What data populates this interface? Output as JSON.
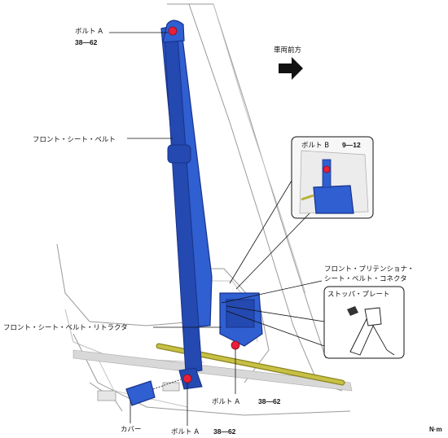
{
  "labels": {
    "bolt_a_top": "ボルト A",
    "torque_a_top": "38—62",
    "front_belt": "フロント・シート・ベルト",
    "vehicle_front": "車両前方",
    "bolt_b": "ボルト B",
    "torque_b": "9—12",
    "pretensioner_line1": "フロント・プリテンショナ・",
    "pretensioner_line2": "シート・ベルト・コネクタ",
    "stopper_plate": "ストッパ・プレート",
    "retractor": "フロント・シート・ベルト・リトラクタ",
    "bolt_a_mid": "ボルト A",
    "torque_a_mid": "38—62",
    "cover": "カバー",
    "bolt_a_bottom": "ボルト A",
    "torque_a_bottom": "38—62",
    "unit": "N·m"
  },
  "colors": {
    "belt": "#2f5fd0",
    "bolt": "#e8203a",
    "harness": "#b8b23a"
  },
  "icons": [
    "forward-arrow-icon",
    "fastener-icon"
  ]
}
